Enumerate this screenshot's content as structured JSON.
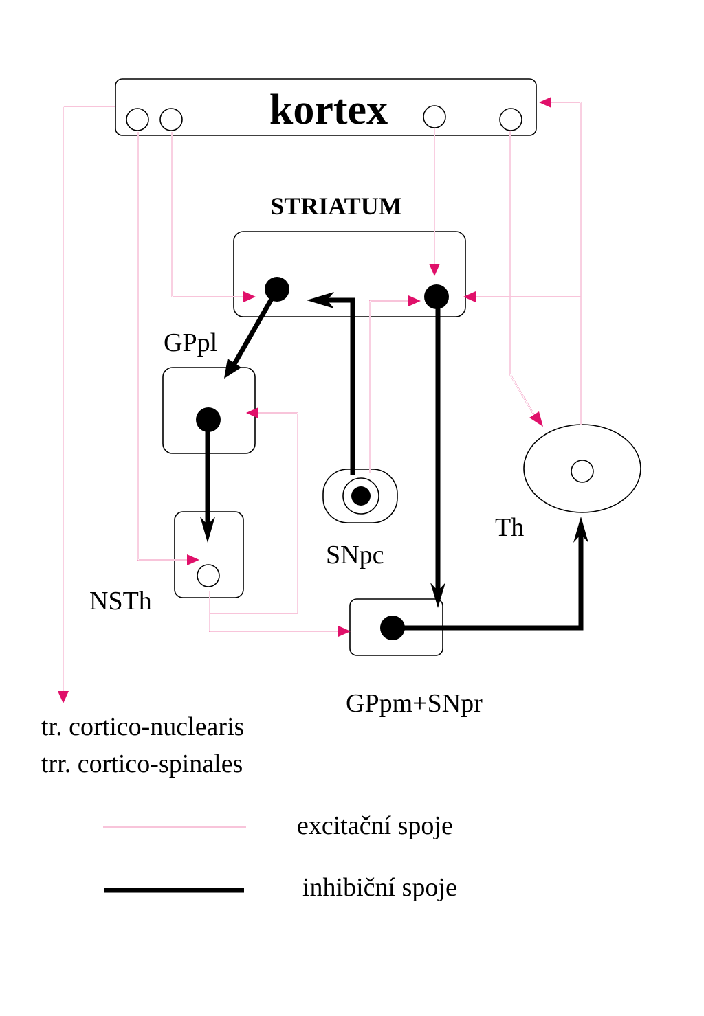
{
  "labels": {
    "cortex": "kortex",
    "striatum": "STRIATUM",
    "gppl": "GPpl",
    "nsth": "NSTh",
    "snpc": "SNpc",
    "th": "Th",
    "gppm_snpr": "GPpm+SNpr",
    "tract_line1": "tr. cortico-nuclearis",
    "tract_line2": "trr. cortico-spinales"
  },
  "legend": {
    "excitatory": "excitační spoje",
    "inhibitory": "inhibiční spoje"
  },
  "colors": {
    "excitatory": "#e0106a",
    "inhibitory": "#000000"
  }
}
